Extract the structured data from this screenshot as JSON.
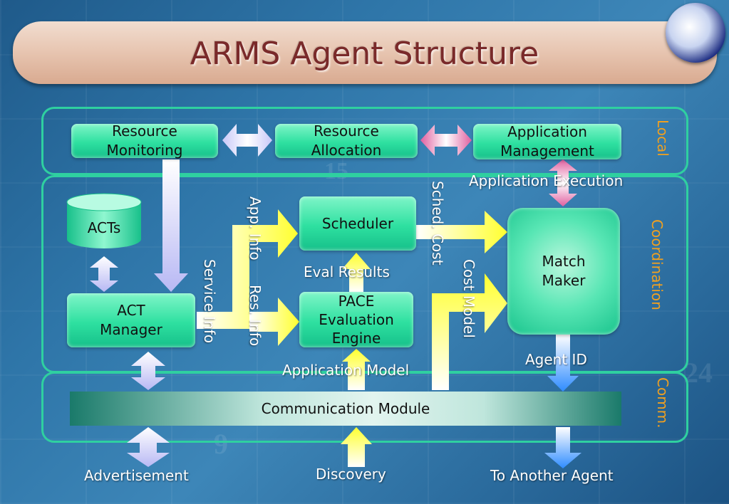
{
  "title": "ARMS Agent Structure",
  "layers": {
    "local": "Local",
    "coordination": "Coordination",
    "comm": "Comm."
  },
  "boxes": {
    "resource_monitoring": [
      "Resource",
      "Monitoring"
    ],
    "resource_allocation": [
      "Resource",
      "Allocation"
    ],
    "application_management": [
      "Application",
      "Management"
    ],
    "acts": "ACTs",
    "act_manager": [
      "ACT",
      "Manager"
    ],
    "scheduler": "Scheduler",
    "pace": [
      "PACE",
      "Evaluation",
      "Engine"
    ],
    "match_maker": [
      "Match",
      "Maker"
    ],
    "communication_module": "Communication Module"
  },
  "labels": {
    "application_execution": "Application Execution",
    "eval_results": "Eval Results",
    "application_model": "Application Model",
    "agent_id": "Agent ID",
    "advertisement": "Advertisement",
    "discovery": "Discovery",
    "to_another_agent": "To Another Agent",
    "app_info": "App. Info",
    "res_info": "Res. Info",
    "service_info": "Service Info",
    "sched_cost": "Sched. Cost",
    "cost_model": "Cost Model"
  },
  "colors": {
    "frame": "#2fd0a0",
    "box": "#2ee0a0",
    "yellow_arrow": "#ffff40",
    "pink_arrow": "#e060a0",
    "lavender_arrow": "#c8c8f8",
    "blue_arrow": "#3090ff",
    "title_text": "#7a2a2a",
    "layer_label": "#f0a020"
  }
}
